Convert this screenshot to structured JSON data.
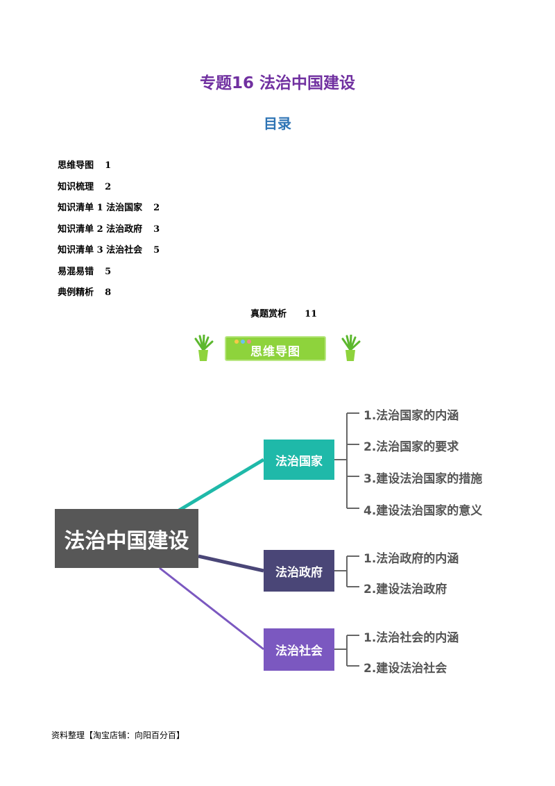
{
  "title": "专题16  法治中国建设",
  "toc": {
    "heading": "目录",
    "items": [
      {
        "label": "思维导图",
        "page": "1"
      },
      {
        "label": "知识梳理",
        "page": "2"
      },
      {
        "label": "知识清单 1 法治国家",
        "page": "2"
      },
      {
        "label": "知识清单 2 法治政府",
        "page": "3"
      },
      {
        "label": "知识清单 3 法治社会",
        "page": "5"
      },
      {
        "label": "易混易错",
        "page": "5"
      },
      {
        "label": "典例精析",
        "page": "8"
      },
      {
        "label": "真题赏析",
        "page": "11"
      }
    ]
  },
  "banner": {
    "label": "思维导图",
    "colors": {
      "fill": "#8ed33c",
      "plant": "#5cb82e"
    }
  },
  "mindmap": {
    "root": "法治中国建设",
    "branches": [
      {
        "label": "法治国家",
        "color": "#1fb9a9",
        "leaves": [
          "1.法治国家的内涵",
          "2.法治国家的要求",
          "3.建设法治国家的措施",
          "4.建设法治国家的意义"
        ]
      },
      {
        "label": "法治政府",
        "color": "#4a4677",
        "leaves": [
          "1.法治政府的内涵",
          "2.建设法治政府"
        ]
      },
      {
        "label": "法治社会",
        "color": "#7b58c0",
        "leaves": [
          "1.法治社会的内涵",
          "2.建设法治社会"
        ]
      }
    ]
  },
  "footer": "资料整理【淘宝店铺：向阳百分百】"
}
